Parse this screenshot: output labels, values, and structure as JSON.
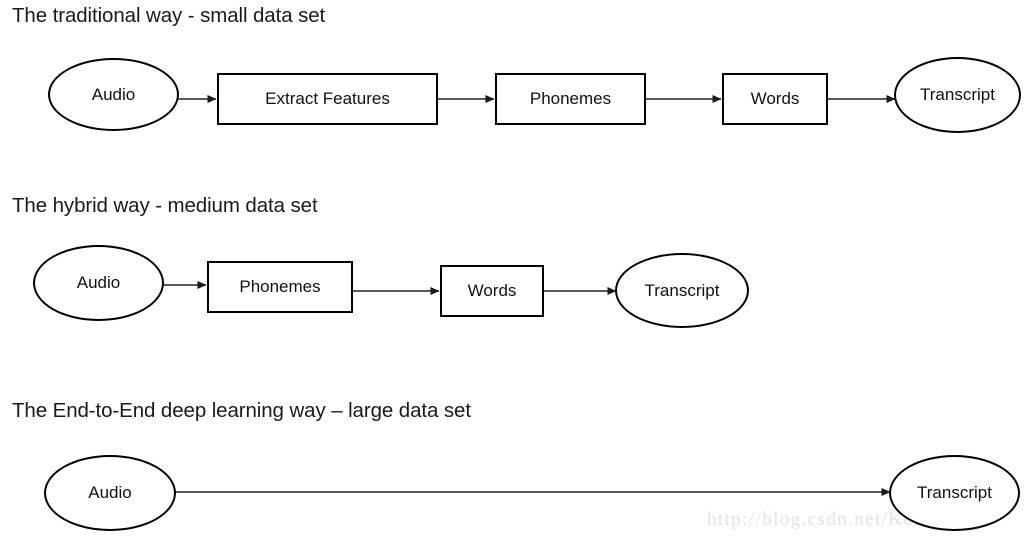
{
  "page": {
    "background": "#ffffff",
    "line_color": "#404040",
    "shape_stroke": "#000000",
    "text_color": "#111111",
    "heading_color": "#1a1a1a",
    "watermark_color": "#e3e3e3"
  },
  "rows": [
    {
      "heading": "The traditional way - small data set",
      "nodes": [
        {
          "label": "Audio",
          "shape": "ellipse"
        },
        {
          "label": "Extract Features",
          "shape": "box"
        },
        {
          "label": "Phonemes",
          "shape": "box"
        },
        {
          "label": "Words",
          "shape": "box"
        },
        {
          "label": "Transcript",
          "shape": "ellipse"
        }
      ]
    },
    {
      "heading": "The hybrid way - medium data set",
      "nodes": [
        {
          "label": "Audio",
          "shape": "ellipse"
        },
        {
          "label": "Phonemes",
          "shape": "box"
        },
        {
          "label": "Words",
          "shape": "box"
        },
        {
          "label": "Transcript",
          "shape": "ellipse"
        }
      ]
    },
    {
      "heading": "The End-to-End deep learning way – large data set",
      "nodes": [
        {
          "label": "Audio",
          "shape": "ellipse"
        },
        {
          "label": "Transcript",
          "shape": "ellipse"
        }
      ]
    }
  ],
  "watermark": "http://blog.csdn.net/Koala_Tree"
}
